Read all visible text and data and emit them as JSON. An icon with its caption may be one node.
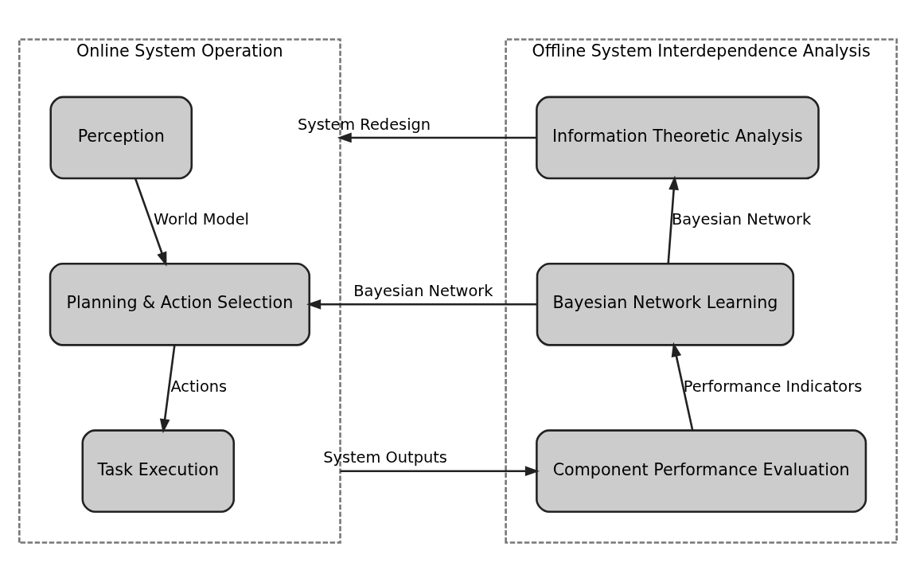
{
  "diagram": {
    "nodes": [
      {
        "text": [
          "Online System Operation"
        ]
      },
      {
        "text": [
          "Perception"
        ],
        "in": 0
      },
      {
        "text": [
          "Planning & Action Selection"
        ],
        "in": 0
      },
      {
        "text": [
          "Task Execution"
        ],
        "in": 0
      },
      {
        "text": [
          "Offline System Interdependence Analysis"
        ]
      },
      {
        "text": [
          "Information Theoretic Analysis"
        ],
        "in": 4
      },
      {
        "text": [
          "Bayesian Network Learning"
        ],
        "in": 4
      },
      {
        "text": [
          "Component Performance Evaluation"
        ],
        "in": 4
      }
    ],
    "edges": [
      {
        "from": 1,
        "to": 2,
        "arrow": "to",
        "label": "World Model"
      },
      {
        "from": 2,
        "to": 3,
        "arrow": "to",
        "label": "Actions"
      },
      {
        "from": 5,
        "to": 0,
        "arrow": "to",
        "label": "System Redesign"
      },
      {
        "from": 6,
        "to": 2,
        "arrow": "to",
        "label": "Bayesian Network"
      },
      {
        "from": 0,
        "to": 7,
        "arrow": "to",
        "label": "System Outputs"
      },
      {
        "from": 7,
        "to": 6,
        "arrow": "to",
        "label": "Performance Indicators"
      },
      {
        "from": 6,
        "to": 5,
        "arrow": "to",
        "label": "Bayesian Network"
      }
    ]
  }
}
